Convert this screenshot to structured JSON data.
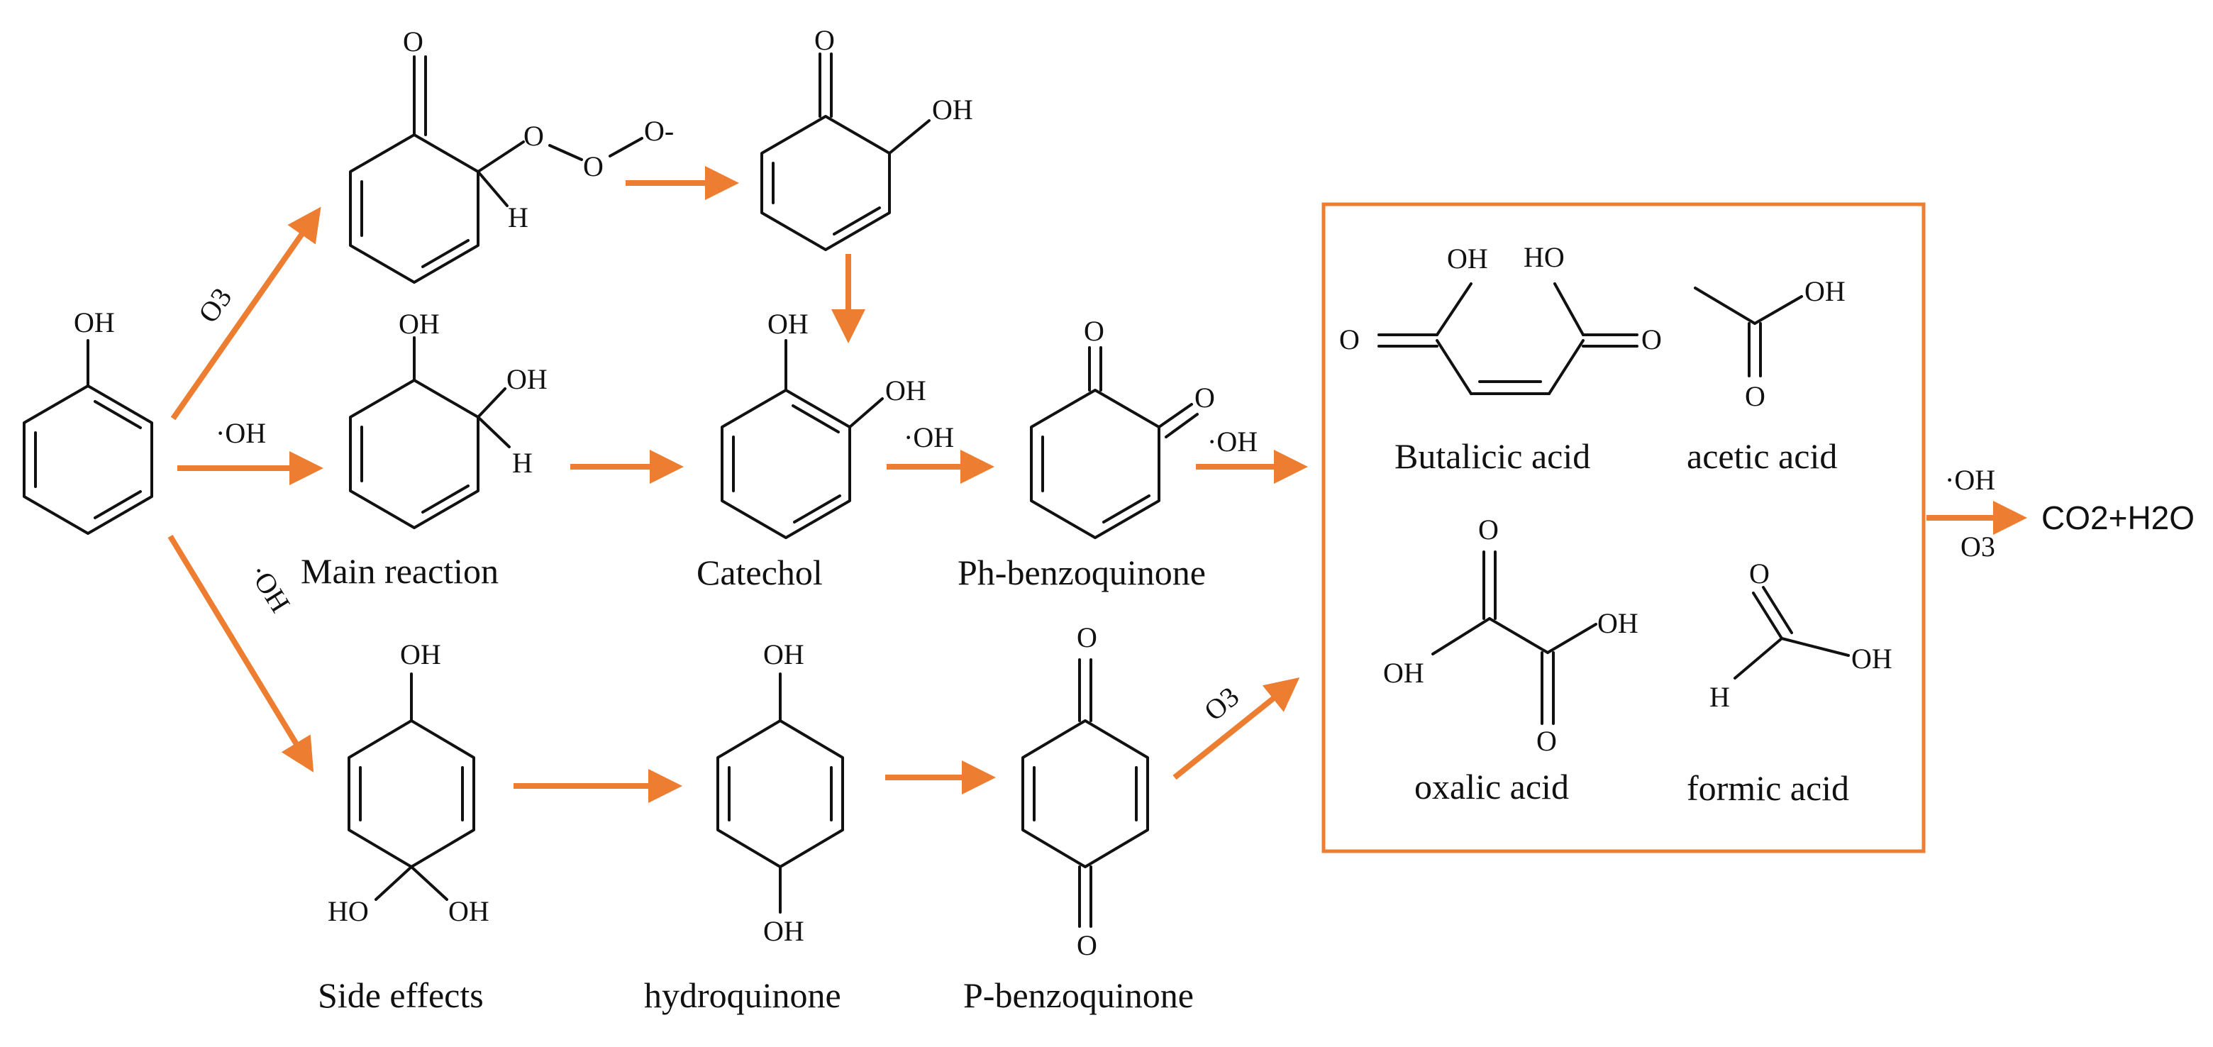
{
  "atoms": {
    "OH": "OH",
    "HO": "HO",
    "O": "O",
    "H": "H",
    "O_minus": "O-"
  },
  "names": {
    "main_reaction": "Main reaction",
    "catechol": "Catechol",
    "ph_benzoquinone": "Ph-benzoquinone",
    "side_effects": "Side effects",
    "hydroquinone": "hydroquinone",
    "p_benzoquinone": "P-benzoquinone",
    "butalicic_acid": "Butalicic acid",
    "acetic_acid": "acetic acid",
    "oxalic_acid": "oxalic acid",
    "formic_acid": "formic acid"
  },
  "reagents": {
    "o3": "O3",
    "oh_radical": "·OH"
  },
  "final_products": "CO2+H2O",
  "colors": {
    "arrow": "#ED7D31",
    "box": "#ED7D31",
    "structure": "#111111"
  }
}
